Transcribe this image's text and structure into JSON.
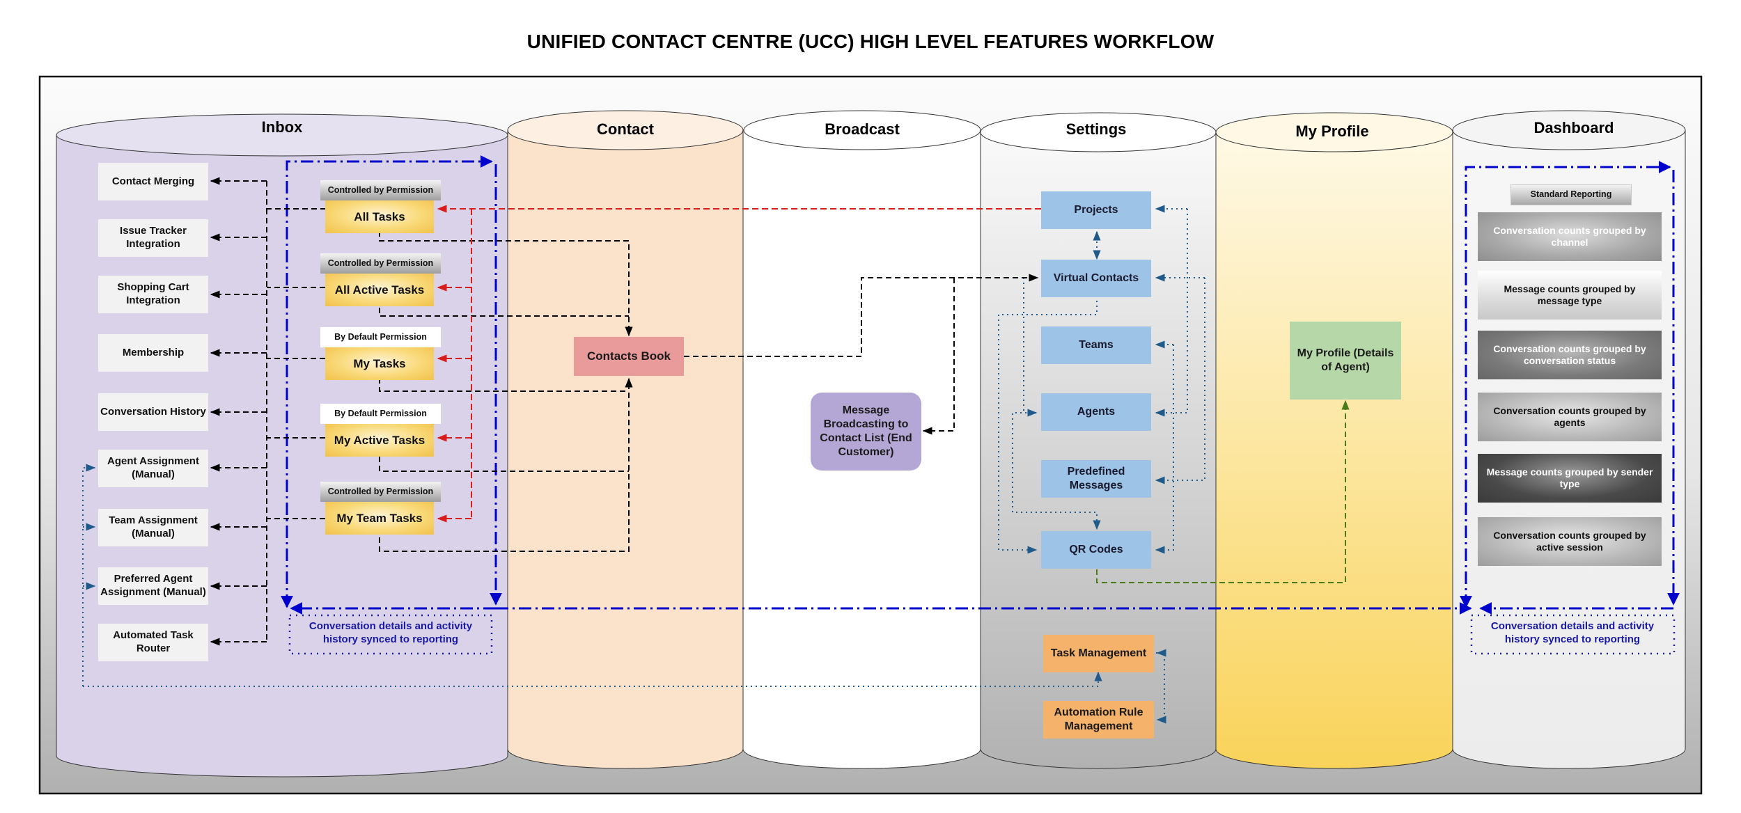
{
  "title": "UNIFIED CONTACT CENTRE (UCC) HIGH LEVEL FEATURES WORKFLOW",
  "colors": {
    "inbox": "#d9d2e9",
    "contact": "#fbe3cb",
    "broadcast": "#ffffff",
    "settings_top": "#f7f7f7",
    "settings_bottom": "#b0b0b0",
    "profile_top": "#fff8e1",
    "profile_bottom": "#f9d35d",
    "dashboard": "#f2f2f2",
    "sync_flow": "#0000cc",
    "permission_flow": "#d81b1b",
    "data_flow": "#000000",
    "settings_flow": "#1f5a8a",
    "profile_flow": "#4a7a1a"
  },
  "columns": [
    {
      "id": "inbox",
      "label": "Inbox"
    },
    {
      "id": "contact",
      "label": "Contact"
    },
    {
      "id": "broadcast",
      "label": "Broadcast"
    },
    {
      "id": "settings",
      "label": "Settings"
    },
    {
      "id": "profile",
      "label": "My Profile"
    },
    {
      "id": "dashboard",
      "label": "Dashboard"
    }
  ],
  "inbox": {
    "features": [
      "Contact Merging",
      "Issue Tracker Integration",
      "Shopping Cart Integration",
      "Membership",
      "Conversation History",
      "Agent Assignment (Manual)",
      "Team Assignment (Manual)",
      "Preferred Agent Assignment (Manual)",
      "Automated Task Router"
    ],
    "tasks": [
      {
        "permission": "Controlled by Permission",
        "label": "All Tasks"
      },
      {
        "permission": "Controlled by Permission",
        "label": "All Active Tasks"
      },
      {
        "permission": "By Default Permission",
        "label": "My Tasks"
      },
      {
        "permission": "By Default Permission",
        "label": "My Active Tasks"
      },
      {
        "permission": "Controlled by Permission",
        "label": "My Team Tasks"
      }
    ],
    "sync_note": "Conversation details and activity history synced to reporting"
  },
  "contact": {
    "contacts_book": "Contacts Book"
  },
  "broadcast": {
    "message_broadcasting": "Message Broadcasting to Contact List (End Customer)"
  },
  "settings": {
    "items": [
      "Projects",
      "Virtual Contacts",
      "Teams",
      "Agents",
      "Predefined Messages",
      "QR Codes"
    ],
    "management": [
      "Task Management",
      "Automation Rule Management"
    ]
  },
  "profile": {
    "box": "My Profile (Details of Agent)"
  },
  "dashboard": {
    "header": "Standard Reporting",
    "reports": [
      "Conversation counts grouped by channel",
      "Message counts grouped by message type",
      "Conversation counts grouped by conversation status",
      "Conversation counts grouped by agents",
      "Message counts grouped by sender type",
      "Conversation counts grouped by active session"
    ],
    "sync_note": "Conversation details and activity history synced to reporting"
  }
}
